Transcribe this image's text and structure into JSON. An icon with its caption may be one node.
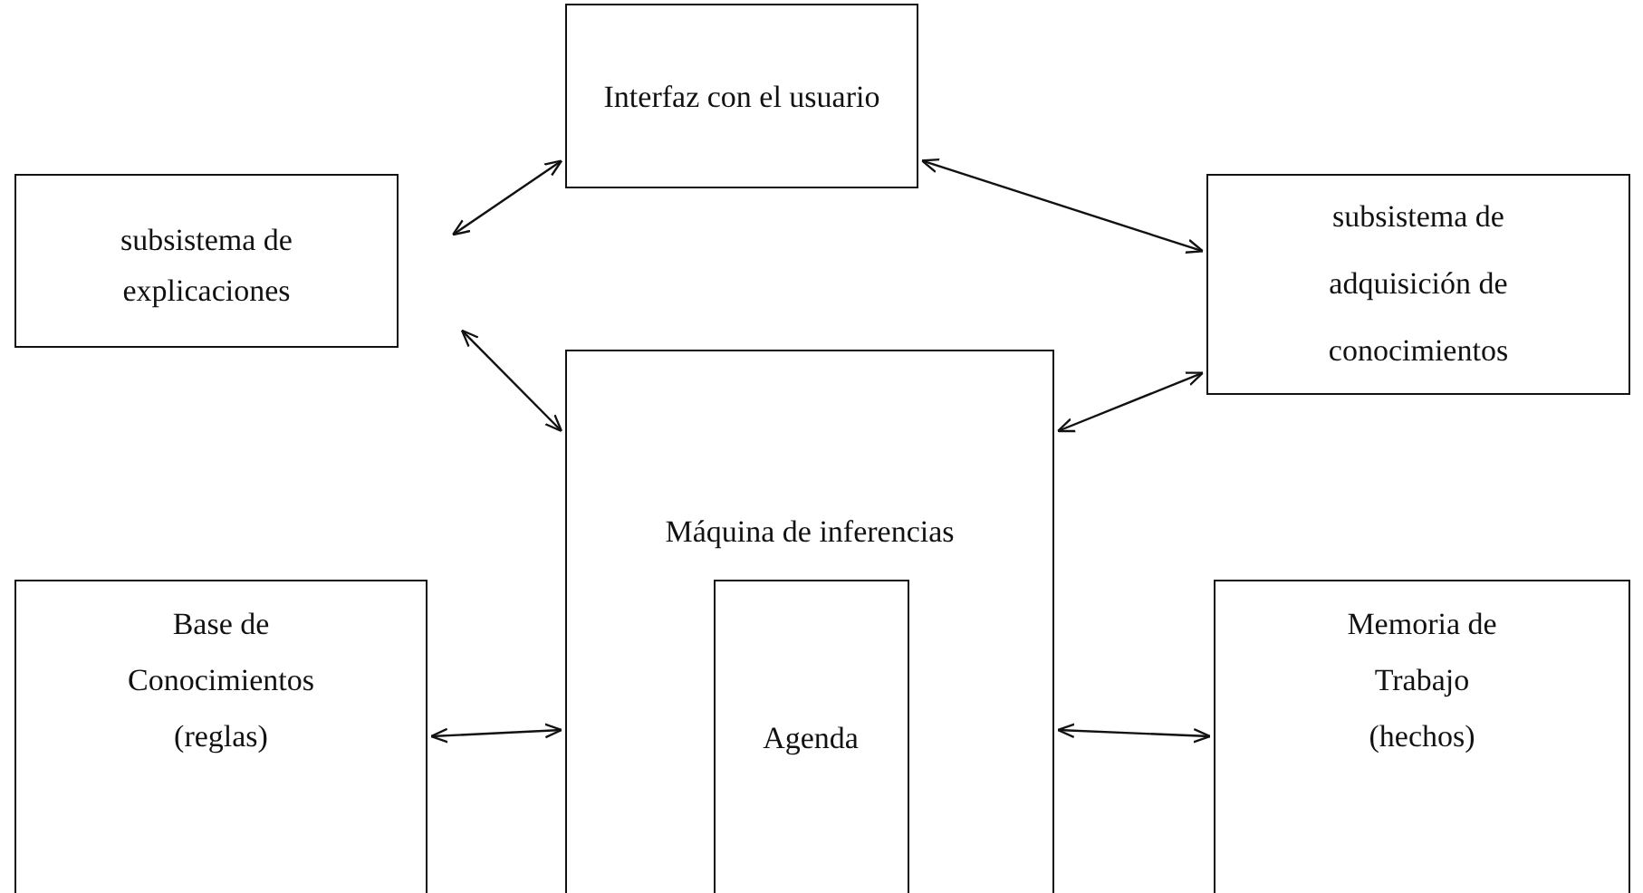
{
  "diagram": {
    "nodes": [
      {
        "text": [
          "Interfaz con el usuario"
        ]
      },
      {
        "text": [
          "subsistema de explicaciones"
        ]
      },
      {
        "text": [
          "subsistema de adquisición de conocimientos"
        ]
      },
      {
        "text": [
          "Máquina de inferencias"
        ]
      },
      {
        "text": [
          "Agenda"
        ],
        "in": 3
      },
      {
        "text": [
          "Base de Conocimientos (reglas)"
        ]
      },
      {
        "text": [
          "Memoria de Trabajo (hechos)"
        ]
      }
    ],
    "edges": [
      {
        "from": 0,
        "to": 1,
        "arrow": "both"
      },
      {
        "from": 0,
        "to": 2,
        "arrow": "both"
      },
      {
        "from": 1,
        "to": 3,
        "arrow": "both"
      },
      {
        "from": 2,
        "to": 3,
        "arrow": "both"
      },
      {
        "from": 5,
        "to": 3,
        "arrow": "both"
      },
      {
        "from": 6,
        "to": 3,
        "arrow": "both"
      }
    ]
  }
}
